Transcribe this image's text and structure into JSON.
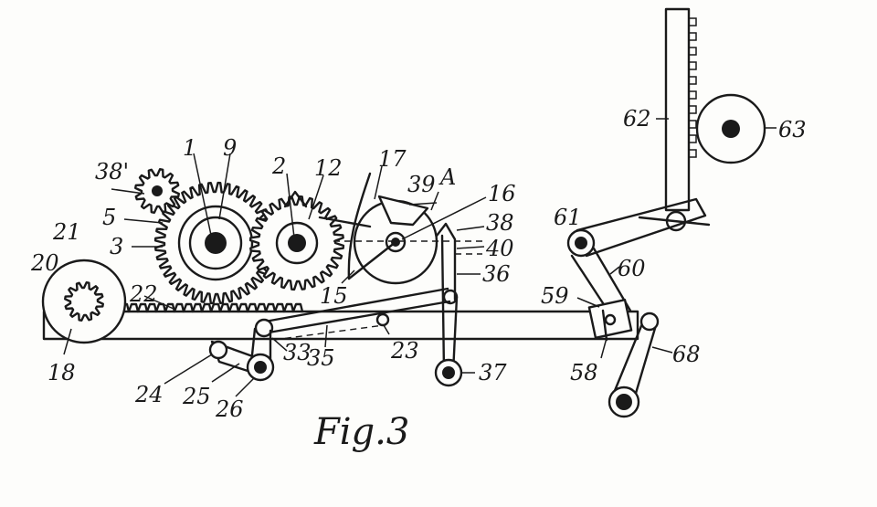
{
  "caption": "Fig.3",
  "labels": {
    "l1": "1",
    "l2": "2",
    "l3": "3",
    "l5": "5",
    "l9": "9",
    "l12": "12",
    "l15": "15",
    "l16": "16",
    "l17": "17",
    "l18": "18",
    "l20": "20",
    "l21": "21",
    "l22": "22",
    "l23": "23",
    "l24": "24",
    "l25": "25",
    "l26": "26",
    "l33": "33",
    "l35": "35",
    "l36": "36",
    "l37": "37",
    "l38": "38",
    "l38p": "38'",
    "l39": "39",
    "lA": "A",
    "l40": "40",
    "l58": "58",
    "l59": "59",
    "l60": "60",
    "l61": "61",
    "l62": "62",
    "l63": "63",
    "l68": "68"
  }
}
